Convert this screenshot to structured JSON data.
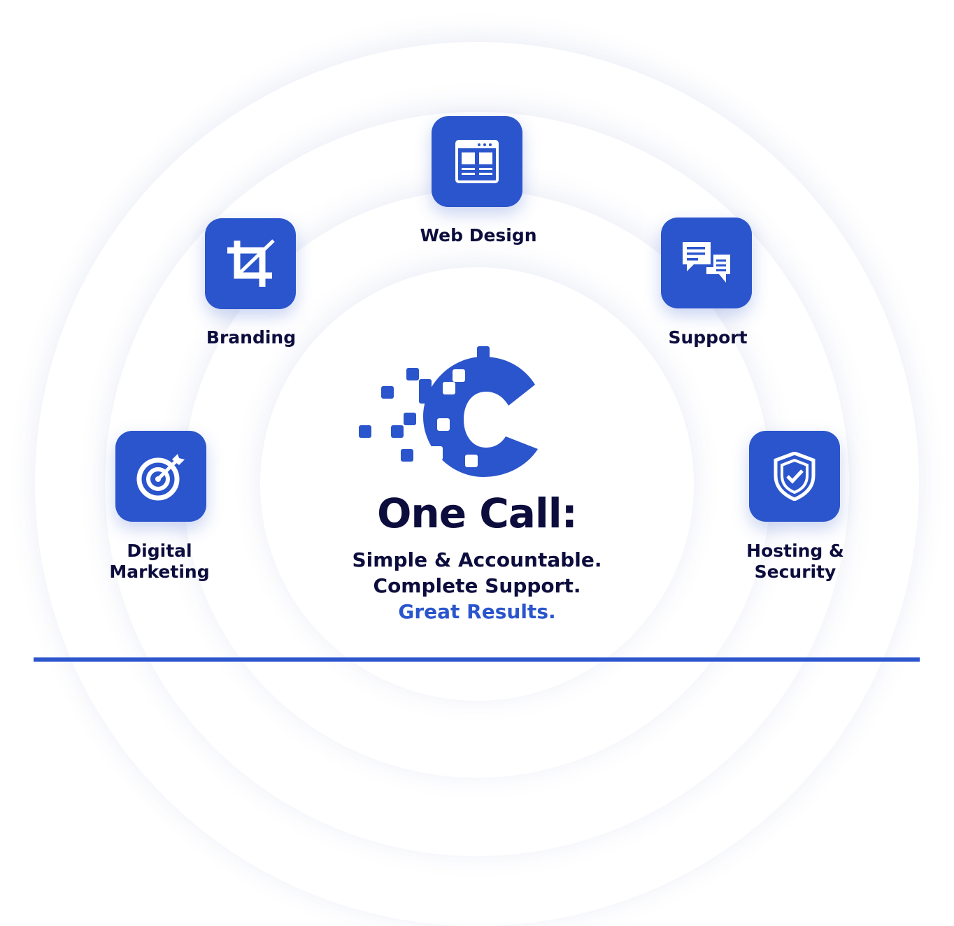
{
  "accent_color": "#2b55cc",
  "text_color": "#0c0d3d",
  "services": [
    {
      "label": "Web Design",
      "icon": "browser-layout-icon"
    },
    {
      "label": "Branding",
      "icon": "crop-icon"
    },
    {
      "label": "Support",
      "icon": "chat-bubbles-icon"
    },
    {
      "label": "Digital Marketing",
      "icon": "target-icon"
    },
    {
      "label": "Hosting & Security",
      "icon": "shield-check-icon"
    }
  ],
  "center": {
    "title": "One Call:",
    "line1": "Simple & Accountable.",
    "line2": "Complete Support.",
    "line3": "Great Results."
  }
}
